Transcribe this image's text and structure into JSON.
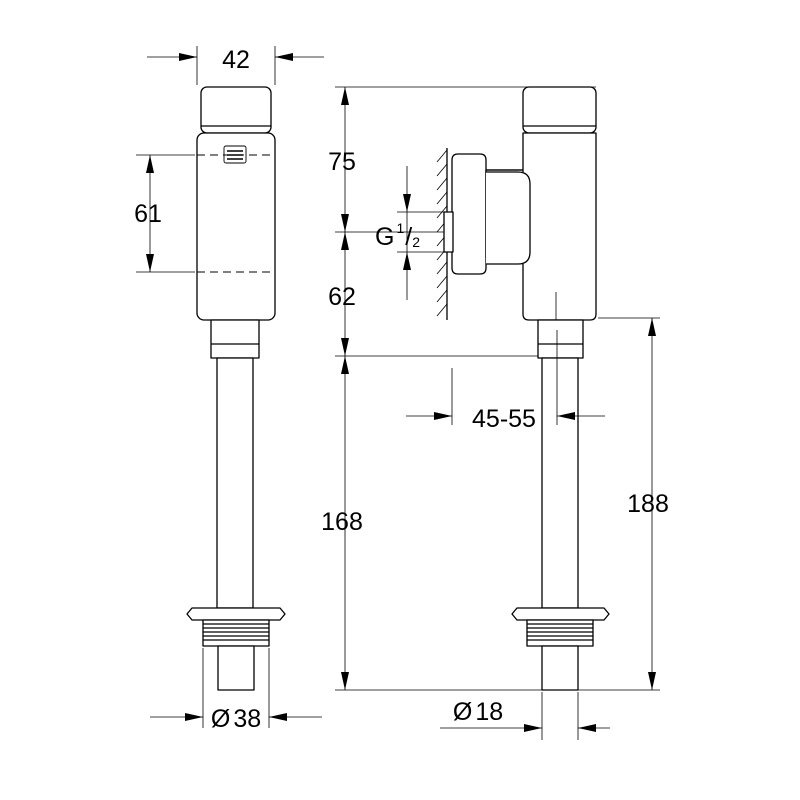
{
  "dimensions": {
    "width_top": "42",
    "height_body": "61",
    "height_top": "75",
    "height_mid": "62",
    "thread_prefix": "G",
    "thread_numerator": "1",
    "thread_slash": "/",
    "thread_denominator": "2",
    "wall_distance": "45-55",
    "height_lower": "168",
    "height_total": "188",
    "flange_diameter_symbol": "Ø",
    "flange_diameter": "38",
    "pipe_diameter_symbol": "Ø",
    "pipe_diameter": "18"
  }
}
